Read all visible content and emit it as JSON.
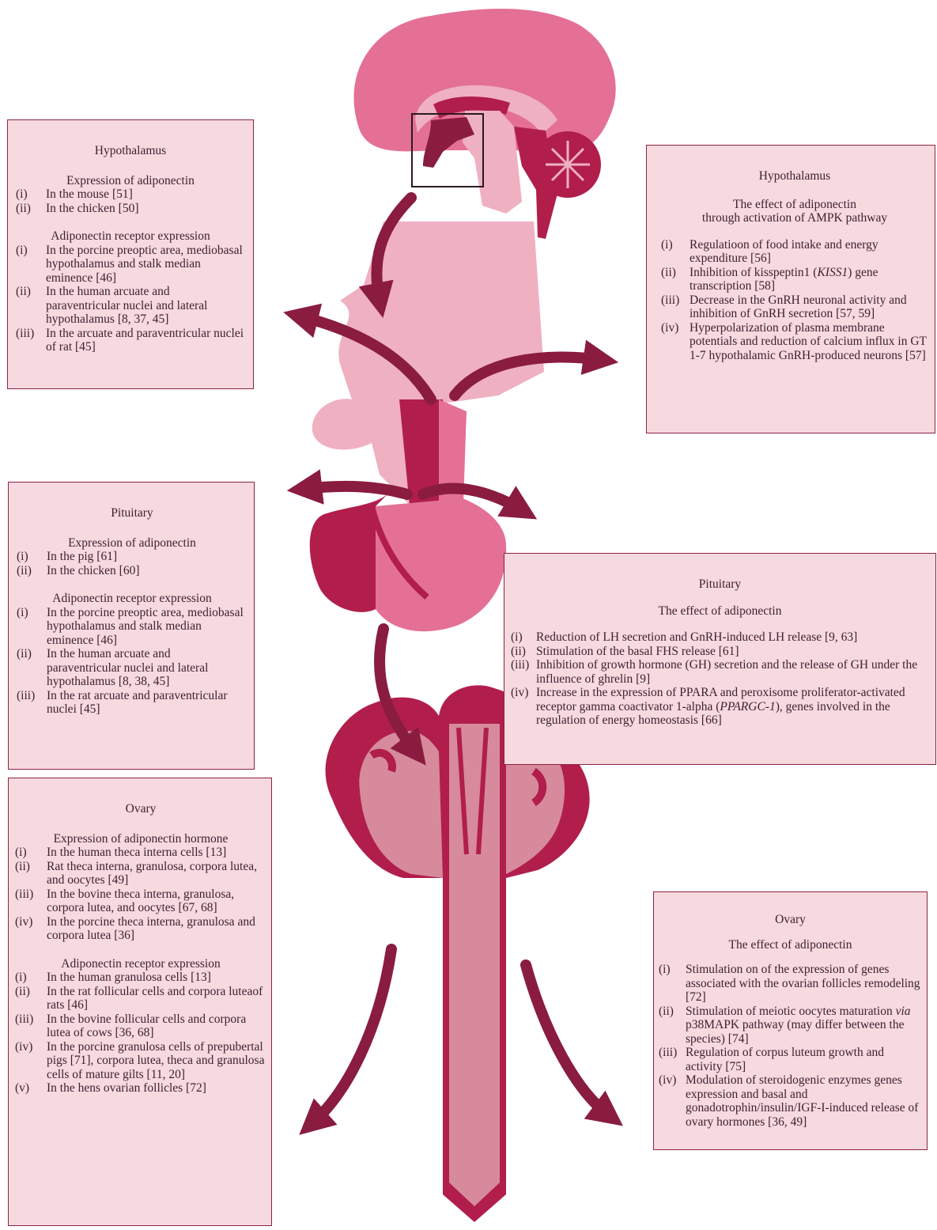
{
  "colors": {
    "box_fill": "#f7d9e0",
    "box_border": "#8c2442",
    "arrow": "#8a1c40",
    "brain_outer": "#e47095",
    "brain_light": "#efb0c2",
    "brain_dark": "#b11e4c",
    "ovary_light": "#d68a9c",
    "ovary_dark": "#b11e4c"
  },
  "hypothalamus_left": {
    "title": "Hypothalamus",
    "sections": [
      {
        "heading": "Expression of adiponectin",
        "items": [
          {
            "num": "(i)",
            "text": "In the mouse [51]"
          },
          {
            "num": "(ii)",
            "text": "In the chicken [50]"
          }
        ]
      },
      {
        "heading": "Adiponectin receptor expression",
        "items": [
          {
            "num": "(i)",
            "text": "In the porcine preoptic area, mediobasal hypothalamus and stalk median eminence [46]"
          },
          {
            "num": "(ii)",
            "text": "In the human arcuate and paraventricular nuclei and lateral hypothalamus [8, 37, 45]"
          },
          {
            "num": "(iii)",
            "text": "In the arcuate and paraventricular nuclei of rat [45]"
          }
        ]
      }
    ]
  },
  "hypothalamus_right": {
    "title": "Hypothalamus",
    "heading_line1": "The effect of adiponectin",
    "heading_line2": "through activation of AMPK pathway",
    "items": [
      {
        "num": "(i)",
        "text": "Regulatioon of food intake and energy expenditure [56]"
      },
      {
        "num": "(ii)",
        "text_before": "Inhibition of kisspeptin1 (",
        "text_italic": "KISS1",
        "text_after": ") gene transcription [58]"
      },
      {
        "num": "(iii)",
        "text": "Decrease in the GnRH neuronal activity and inhibition of GnRH secretion [57, 59]"
      },
      {
        "num": "(iv)",
        "text": "Hyperpolarization of plasma membrane potentials and reduction of calcium influx in GT 1-7 hypothalamic GnRH-produced neurons [57]"
      }
    ]
  },
  "pituitary_left": {
    "title": "Pituitary",
    "sections": [
      {
        "heading": "Expression of adiponectin",
        "items": [
          {
            "num": "(i)",
            "text": "In the pig [61]"
          },
          {
            "num": "(ii)",
            "text": "In the chicken [60]"
          }
        ]
      },
      {
        "heading": "Adiponectin receptor expression",
        "items": [
          {
            "num": "(i)",
            "text": "In the porcine preoptic area, mediobasal hypothalamus and stalk median eminence [46]"
          },
          {
            "num": "(ii)",
            "text": "In the human arcuate and paraventricular nuclei and lateral hypothalamus [8, 38, 45]"
          },
          {
            "num": "(iii)",
            "text": "In the rat arcuate and paraventricular nuclei [45]"
          }
        ]
      }
    ]
  },
  "pituitary_right": {
    "title": "Pituitary",
    "heading": "The effect of adiponectin",
    "items": [
      {
        "num": "(i)",
        "text": "Reduction of LH secretion and GnRH-induced LH release [9, 63]"
      },
      {
        "num": "(ii)",
        "text": "Stimulation of the basal FHS release [61]"
      },
      {
        "num": "(iii)",
        "text": "Inhibition of growth hormone (GH) secretion and the release of GH under the influence of ghrelin [9]"
      },
      {
        "num": "(iv)",
        "text_before": "Increase in the expression of PPARA and peroxisome proliferator-activated receptor gamma coactivator 1-alpha (",
        "text_italic": "PPARGC-1",
        "text_after": "), genes involved in the regulation of energy homeostasis [66]"
      }
    ]
  },
  "ovary_left": {
    "title": "Ovary",
    "sections": [
      {
        "heading": "Expression of adiponectin hormone",
        "items": [
          {
            "num": "(i)",
            "text": "In the human theca interna cells [13]"
          },
          {
            "num": "(ii)",
            "text": "Rat theca interna, granulosa, corpora lutea, and oocytes [49]"
          },
          {
            "num": "(iii)",
            "text": "In the bovine theca interna, granulosa, corpora lutea, and oocytes [67, 68]"
          },
          {
            "num": "(iv)",
            "text": "In the porcine theca interna, granulosa and corpora lutea [36]"
          }
        ]
      },
      {
        "heading": "Adiponectin receptor expression",
        "items": [
          {
            "num": "(i)",
            "text": "In the human granulosa cells [13]"
          },
          {
            "num": "(ii)",
            "text": "In the rat follicular cells and corpora luteaof rats [46]"
          },
          {
            "num": "(iii)",
            "text": "In the bovine follicular cells and corpora lutea of cows [36, 68]"
          },
          {
            "num": "(iv)",
            "text": "In the porcine granulosa cells of prepubertal pigs [71], corpora lutea, theca and granulosa cells of mature gilts [11, 20]"
          },
          {
            "num": "(v)",
            "text": "In the hens ovarian follicles [72]"
          }
        ]
      }
    ]
  },
  "ovary_right": {
    "title": "Ovary",
    "heading": "The effect of adiponectin",
    "items": [
      {
        "num": "(i)",
        "text": "Stimulation on of the expression of genes associated with the ovarian follicles remodeling [72]"
      },
      {
        "num": "(ii)",
        "text_before": "Stimulation of meiotic oocytes maturation ",
        "text_italic": "via",
        "text_after": " p38MAPK pathway (may differ between the species) [74]"
      },
      {
        "num": "(iii)",
        "text": "Regulation of corpus luteum growth and activity [75]"
      },
      {
        "num": "(iv)",
        "text": "Modulation of steroidogenic enzymes genes expression and basal and gonadotrophin/insulin/IGF-I-induced release of ovary hormones [36, 49]"
      }
    ]
  }
}
